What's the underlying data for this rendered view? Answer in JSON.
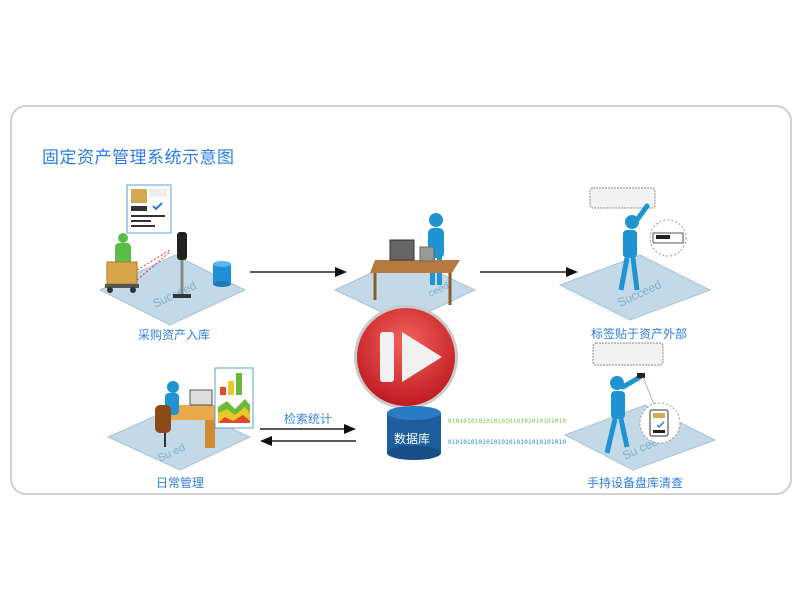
{
  "title": "固定资产管理系统示意图",
  "stages": {
    "purchase": {
      "label": "采购资产入库",
      "icons": [
        "worker-with-cart-icon",
        "rfid-reader-icon",
        "database-cylinder-icon",
        "document-card-icon"
      ]
    },
    "labeling": {
      "label": "",
      "icons": [
        "desk-printer-icon",
        "person-icon",
        "laptop-icon"
      ]
    },
    "tagging": {
      "label": "标签贴于资产外部",
      "icons": [
        "air-conditioner-icon",
        "person-icon",
        "barcode-label-icon"
      ]
    },
    "daily": {
      "label": "日常管理",
      "icons": [
        "office-worker-icon",
        "chart-card-icon"
      ]
    },
    "inventory": {
      "label": "手持设备盘库清查",
      "icons": [
        "air-conditioner-icon",
        "person-scanning-icon",
        "handheld-device-icon"
      ]
    }
  },
  "query_label": "检索统计",
  "database_label": "数据库",
  "binary_stream": [
    "0101010101010101010101010101010",
    "0101010101010101010101010101010"
  ],
  "platform_brand": "Succeed",
  "play_button": {
    "icon": "pause-play-icon"
  },
  "colors": {
    "title": "#2a7be4",
    "label": "#2f7fe0",
    "platform": "#c3d9e8",
    "person": "#1e94d2",
    "play": "#d9242b",
    "database": "#1d5e9e",
    "binary_green": "#7cc24a",
    "binary_blue": "#1e8ac6"
  }
}
